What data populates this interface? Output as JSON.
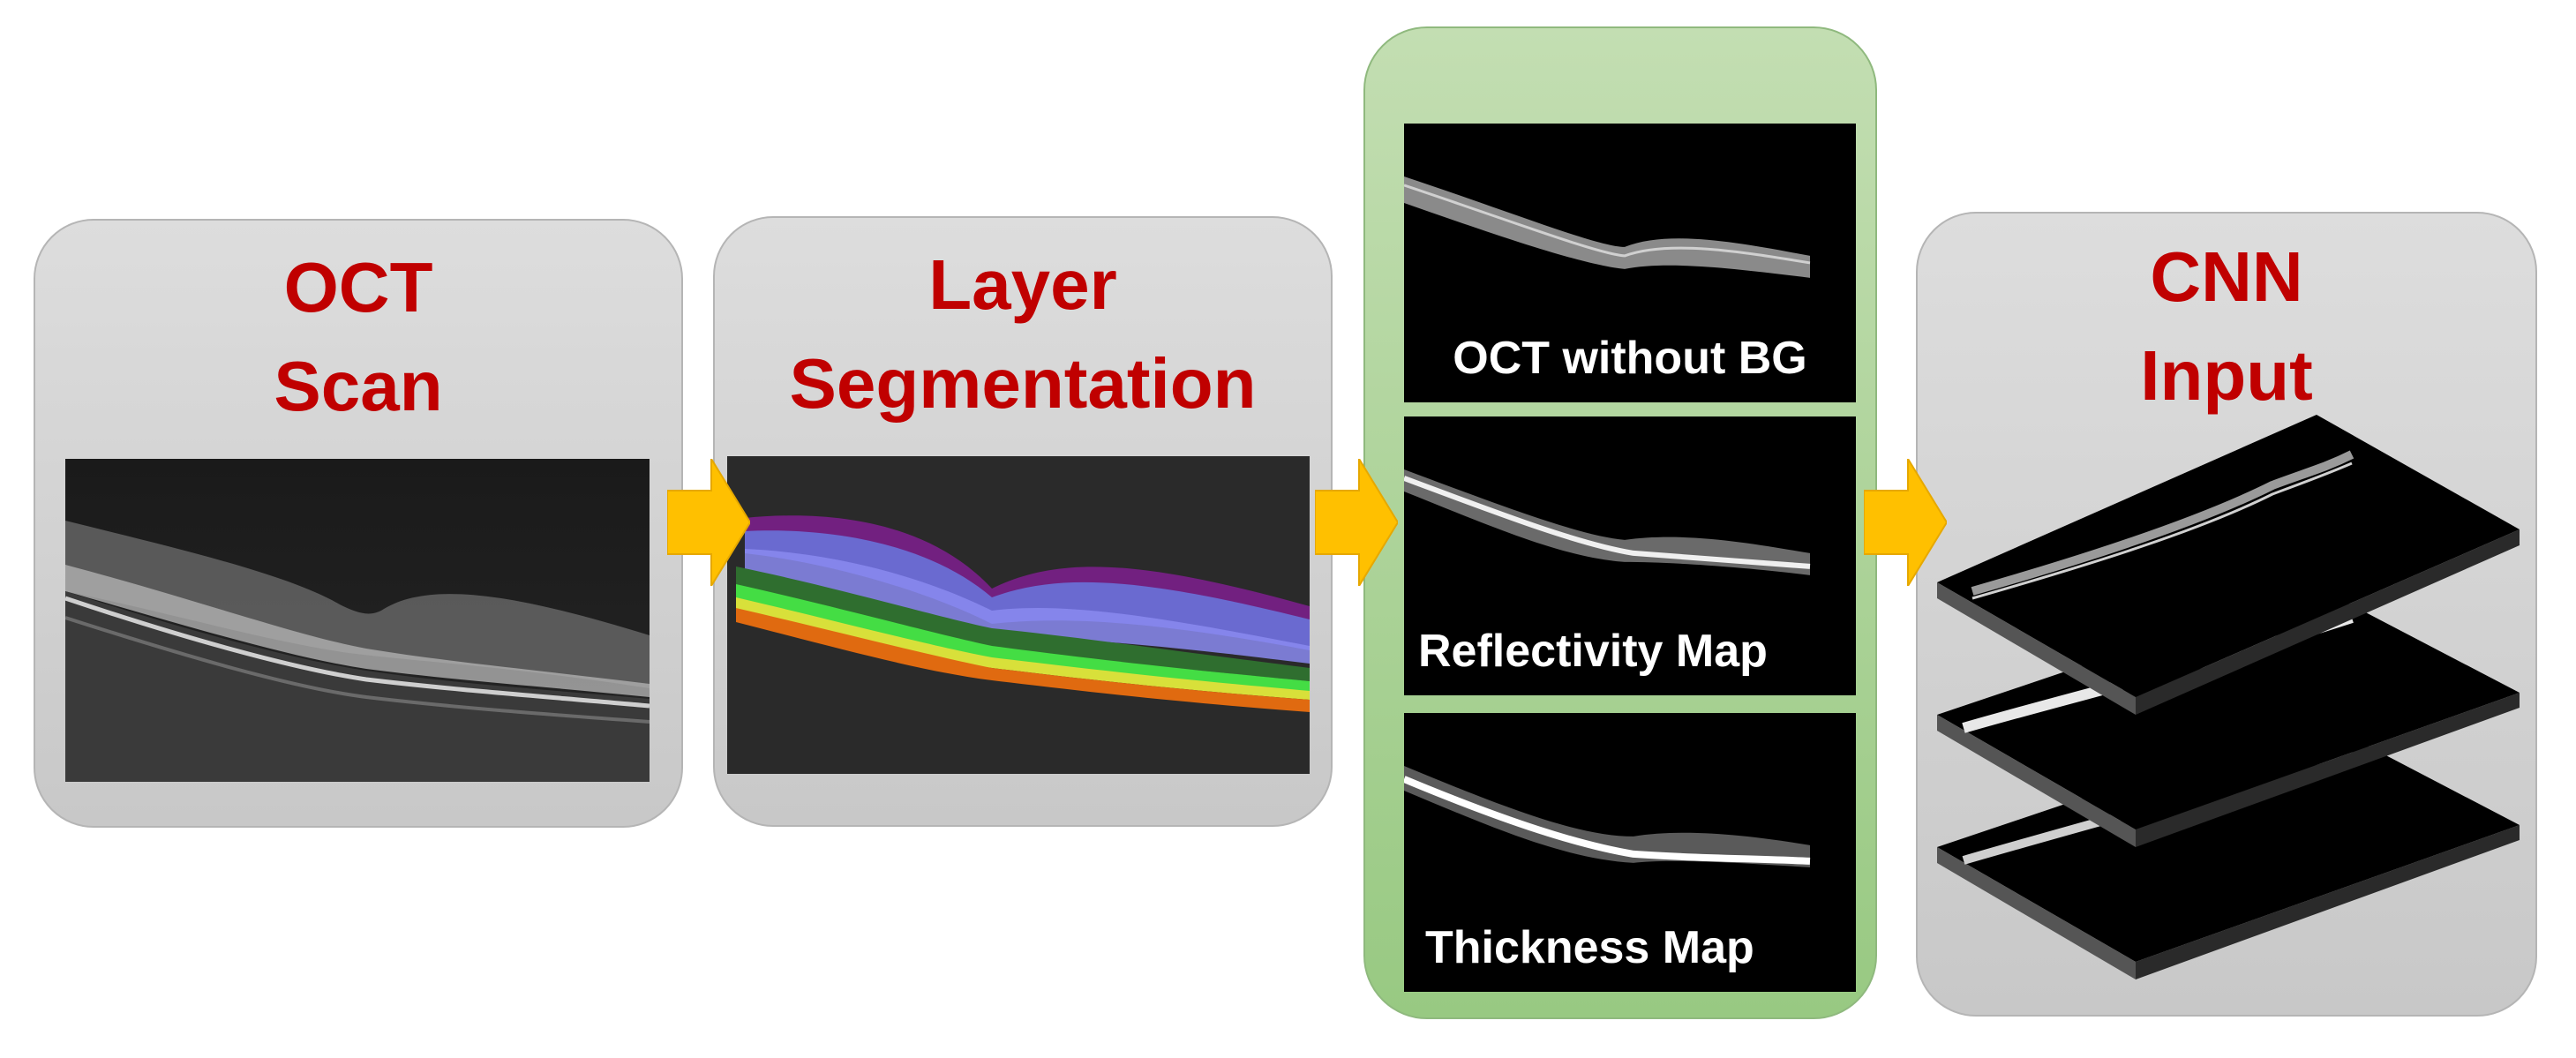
{
  "panels": {
    "oct_scan": {
      "title_line1": "OCT",
      "title_line2": "Scan"
    },
    "layer_segmentation": {
      "title_line1": "Layer",
      "title_line2": "Segmentation"
    },
    "feature_maps": {
      "tiles": [
        {
          "label": "OCT without BG"
        },
        {
          "label": "Reflectivity Map"
        },
        {
          "label": "Thickness Map"
        }
      ]
    },
    "cnn_input": {
      "title_line1": "CNN",
      "title_line2": "Input"
    }
  },
  "colors": {
    "title_red": "#c00000",
    "arrow_yellow": "#ffc000",
    "panel_gray": "#d4d4d4",
    "panel_green": "#a9d18e",
    "segmentation_layers": [
      "#7a1f8a",
      "#6a6ad0",
      "#8a8af0",
      "#2f6e2f",
      "#44dd44",
      "#d8e03a",
      "#e06a10"
    ]
  },
  "icons": [
    "right-arrow-icon"
  ]
}
